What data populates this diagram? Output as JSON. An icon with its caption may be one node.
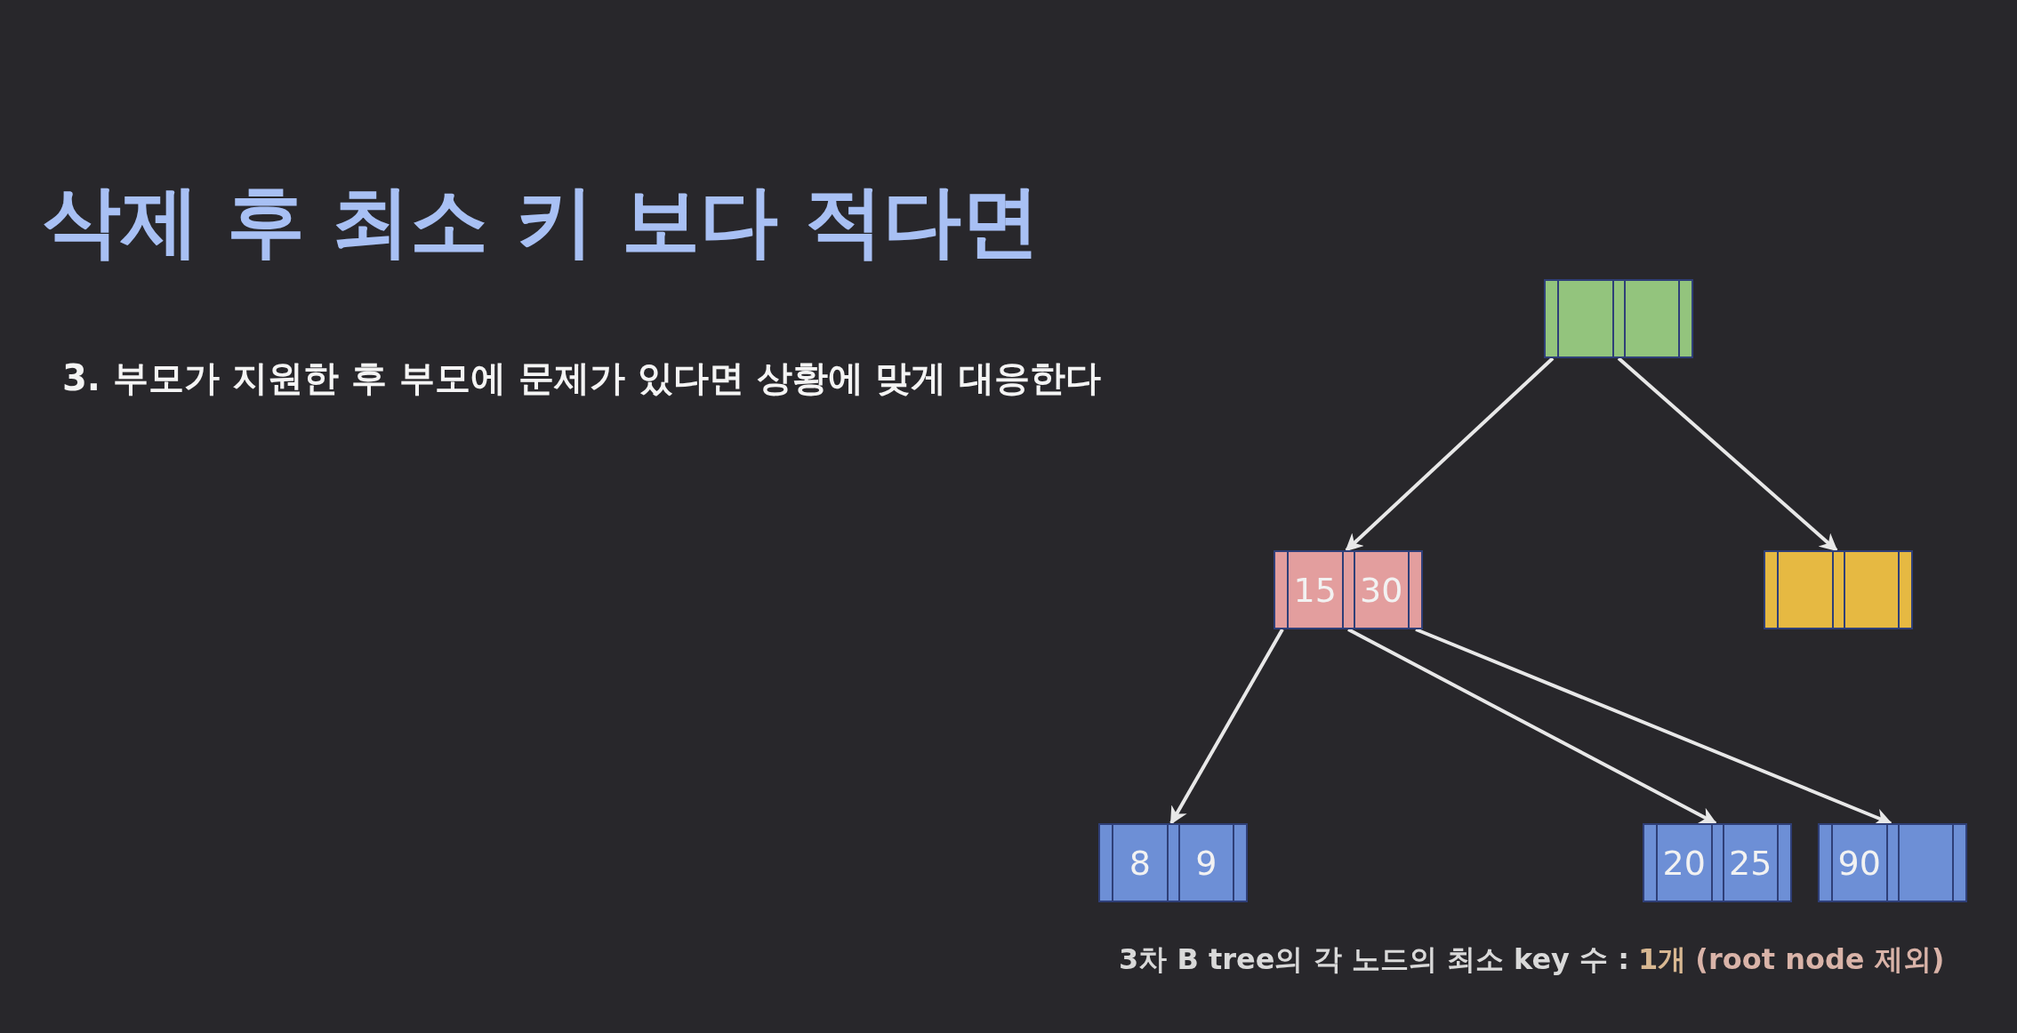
{
  "diagram": {
    "title": "삭제 후 최소 키 보다 적다면",
    "nodes": [
      {
        "text": [],
        "shape": "box"
      },
      {
        "text": [
          "15",
          "30"
        ]
      },
      {
        "text": [],
        "shape": "box"
      },
      {
        "text": [
          "8",
          "9"
        ]
      },
      {
        "text": [
          "20",
          "25"
        ]
      },
      {
        "text": [
          "90"
        ]
      }
    ],
    "edges": [
      {
        "from": 0,
        "to": 1,
        "arrow": "to"
      },
      {
        "from": 0,
        "to": 2,
        "arrow": "to"
      },
      {
        "from": 1,
        "to": 3,
        "arrow": "to"
      },
      {
        "from": 1,
        "to": 4,
        "arrow": "to"
      },
      {
        "from": 1,
        "to": 5,
        "arrow": "to"
      }
    ],
    "labels": [
      "3. 부모가 지원한 후 부모에 문제가 있다면 상황에 맞게 대응한다",
      "3차 B tree의 각 노드의 최소 key 수 :",
      "1개",
      "(root node 제외)"
    ]
  }
}
